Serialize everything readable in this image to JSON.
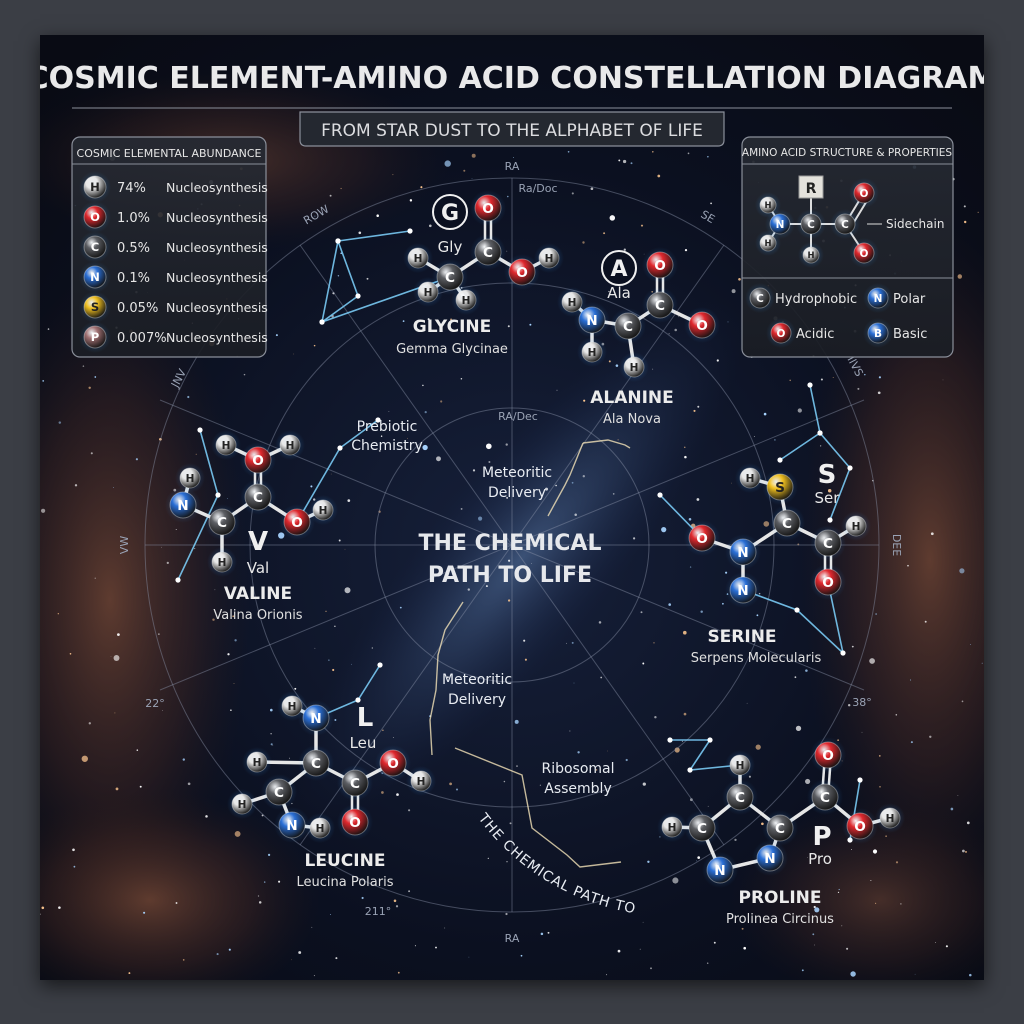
{
  "title": "COSMIC ELEMENT-AMINO ACID CONSTELLATION DIAGRAM",
  "subtitle": "FROM STAR DUST TO THE ALPHABET OF LIFE",
  "abundance_panel": {
    "title": "COSMIC ELEMENTAL ABUNDANCE",
    "items": [
      {
        "element": "H",
        "percent": "74%",
        "source": "Nucleosynthesis",
        "color": "#e8e8e8"
      },
      {
        "element": "O",
        "percent": "1.0%",
        "source": "Nucleosynthesis",
        "color": "#e0282e"
      },
      {
        "element": "C",
        "percent": "0.5%",
        "source": "Nucleosynthesis",
        "color": "#5c5e63"
      },
      {
        "element": "N",
        "percent": "0.1%",
        "source": "Nucleosynthesis",
        "color": "#2a6fd6"
      },
      {
        "element": "S",
        "percent": "0.05%",
        "source": "Nucleosynthesis",
        "color": "#f0c020"
      },
      {
        "element": "P",
        "percent": "0.007%",
        "source": "Nucleosynthesis",
        "color": "#a07072"
      }
    ]
  },
  "structure_panel": {
    "title": "AMINO ACID STRUCTURE & PROPERTIES",
    "r_group": "R",
    "atoms": [
      "H",
      "N",
      "H",
      "C",
      "H",
      "C",
      "O",
      "O"
    ],
    "sidechain_label": "Sidechain",
    "legend": [
      {
        "symbol": "C",
        "label": "Hydrophobic",
        "color": "#5c5e63"
      },
      {
        "symbol": "N",
        "label": "Polar",
        "color": "#2a6fd6"
      },
      {
        "symbol": "O",
        "label": "Acidic",
        "color": "#e0282e"
      },
      {
        "symbol": "B",
        "label": "Basic",
        "color": "#2a6fd6"
      }
    ]
  },
  "center_title": [
    "THE CHEMICAL",
    "PATH TO LIFE"
  ],
  "path_labels": {
    "prebiotic": [
      "Prebiotic",
      "Chemistry"
    ],
    "meteoritic_upper": [
      "Meteoritic",
      "Delivery"
    ],
    "meteoritic_lower": [
      "Meteoritic",
      "Delivery"
    ],
    "ribosomal": [
      "Ribosomal",
      "Assembly"
    ],
    "curved": "THE CHEMICAL PATH TO LIFE"
  },
  "grid_labels": {
    "ra_top": "RA",
    "ra_doc": "Ra/Doc",
    "row": "ROW",
    "se": "SE",
    "jnv": "JNV",
    "vw": "VW",
    "deg22": "22°",
    "deg211": "211°",
    "ra_bottom": "RA",
    "deg38": "38°",
    "dee": "DEE",
    "iivs": "IIVS",
    "ra_dec": "RA/Dec"
  },
  "molecules": [
    {
      "letter": "G",
      "code": "Gly",
      "name": "GLYCINE",
      "constellation": "Gemma Glycinae",
      "atoms": [
        "O",
        "C",
        "O",
        "H",
        "C",
        "H",
        "H",
        "H"
      ]
    },
    {
      "letter": "A",
      "code": "Ala",
      "name": "ALANINE",
      "constellation": "Ala Nova",
      "atoms": [
        "O",
        "C",
        "O",
        "C",
        "N",
        "H",
        "H",
        "H"
      ]
    },
    {
      "letter": "V",
      "code": "Val",
      "name": "VALINE",
      "constellation": "Valina Orionis",
      "atoms": [
        "O",
        "H",
        "H",
        "C",
        "O",
        "H",
        "C",
        "N",
        "H",
        "H"
      ]
    },
    {
      "letter": "S",
      "code": "Ser",
      "name": "SERINE",
      "constellation": "Serpens Molecularis",
      "atoms": [
        "S",
        "H",
        "C",
        "C",
        "H",
        "O",
        "N",
        "O",
        "N"
      ]
    },
    {
      "letter": "L",
      "code": "Leu",
      "name": "LEUCINE",
      "constellation": "Leucina Polaris",
      "atoms": [
        "H",
        "N",
        "C",
        "H",
        "C",
        "C",
        "O",
        "H",
        "O",
        "H",
        "N",
        "H"
      ]
    },
    {
      "letter": "P",
      "code": "Pro",
      "name": "PROLINE",
      "constellation": "Prolinea Circinus",
      "atoms": [
        "H",
        "C",
        "C",
        "O",
        "O",
        "H",
        "C",
        "H",
        "N",
        "N",
        "C"
      ]
    }
  ],
  "colors": {
    "H": "#e8e8e8",
    "O": "#e0282e",
    "C": "#5c5e63",
    "N": "#2a6fd6",
    "S": "#f0c020",
    "P": "#a07072",
    "constellation": "#7fd4ff",
    "background": "#0b1020",
    "frame": "#3b3e45"
  }
}
